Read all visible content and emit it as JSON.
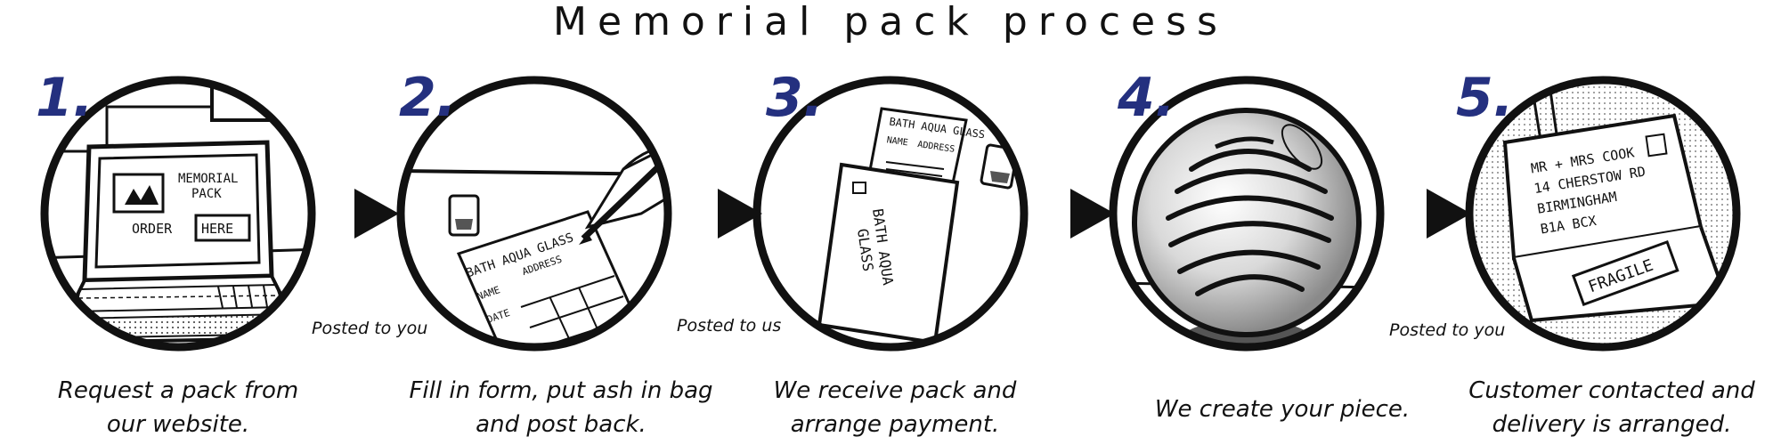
{
  "title": "Memorial pack process",
  "accent_color": "#24307f",
  "steps": [
    {
      "number": "1.",
      "caption": "Request a pack from our website.",
      "illustration": "laptop-icon",
      "screen_text": {
        "line1": "MEMORIAL",
        "line2": "PACK",
        "order": "ORDER",
        "here": "HERE"
      }
    },
    {
      "number": "2.",
      "caption": "Fill in form, put ash in bag and post back.",
      "illustration": "form-pen-icon",
      "form_text": {
        "heading": "BATH AQUA GLASS",
        "name": "NAME",
        "address": "ADDRESS",
        "date": "DATE"
      }
    },
    {
      "number": "3.",
      "caption": "We receive pack and arrange payment.",
      "illustration": "envelope-icon",
      "pack_text": {
        "heading": "BATH AQUA GLASS",
        "name": "NAME",
        "address": "ADDRESS",
        "envelope1": "BATH AQUA",
        "envelope2": "GLASS"
      }
    },
    {
      "number": "4.",
      "caption": "We create your piece.",
      "illustration": "glass-sphere-icon"
    },
    {
      "number": "5.",
      "caption": "Customer contacted and delivery is arranged.",
      "illustration": "parcel-icon",
      "parcel_text": {
        "line1": "MR + MRS COOK",
        "line2": "14 CHERSTOW RD",
        "line3": "BIRMINGHAM",
        "line4": "B1A  BCX",
        "fragile": "FRAGILE"
      }
    }
  ],
  "connectors": [
    {
      "label": "Posted to you"
    },
    {
      "label": "Posted to us"
    },
    {
      "label": ""
    },
    {
      "label": "Posted to you"
    }
  ]
}
